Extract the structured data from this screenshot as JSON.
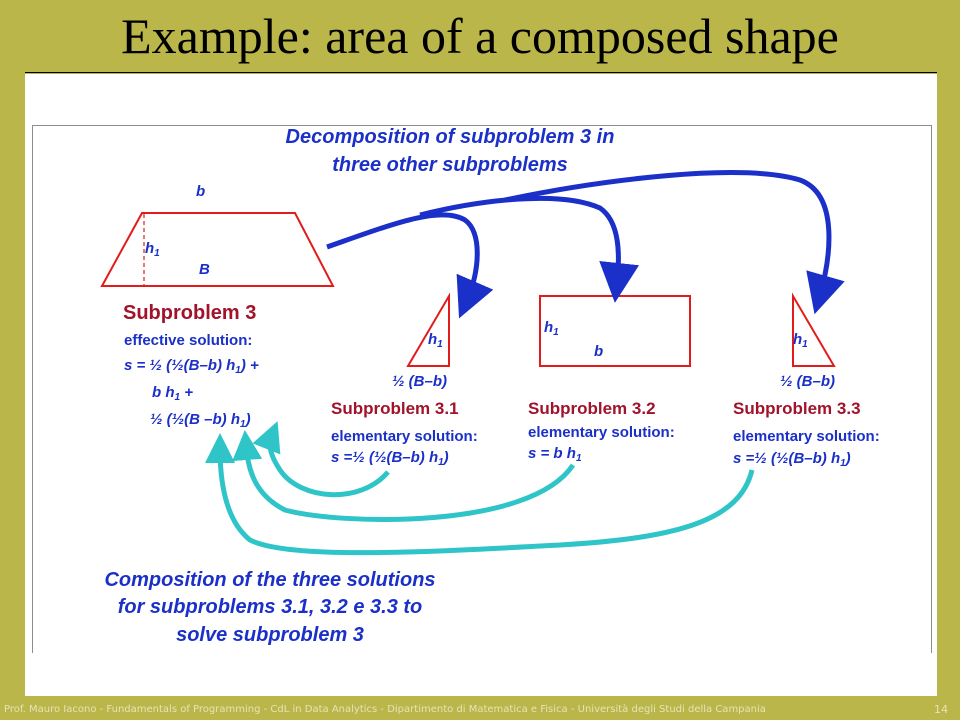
{
  "title": "Example: area of a composed shape",
  "top_caption": [
    "Decomposition of subproblem 3 in",
    "three other subproblems"
  ],
  "bottom_caption": [
    "Composition of the three solutions",
    "for subproblems 3.1, 3.2 e 3.3 to",
    "solve subproblem 3"
  ],
  "trapezoid": {
    "top_label": "b",
    "height_label": "h",
    "height_sub": "1",
    "base_label": "B"
  },
  "main": {
    "title": "Subproblem 3",
    "label": "effective solution:",
    "line1": "s = ½ (½(B–b) h",
    "line1_tail": ") +",
    "line2": "b h",
    "line2_tail": " +",
    "line3": "½ (½(B –b) h",
    "line3_tail": ")",
    "sub": "1"
  },
  "sp31": {
    "h": "h",
    "hsub": "1",
    "base": "½ (B–b)",
    "title": "Subproblem 3.1",
    "label": "elementary solution:",
    "formula": "s =½ (½(B–b) h",
    "tail": ")"
  },
  "sp32": {
    "h": "h",
    "hsub": "1",
    "b": "b",
    "title": "Subproblem 3.2",
    "label": "elementary solution:",
    "formula": "s = b h",
    "tail": ""
  },
  "sp33": {
    "h": "h",
    "hsub": "1",
    "base": "½ (B–b)",
    "title": "Subproblem 3.3",
    "label": "elementary solution:",
    "formula": "s =½ (½(B–b) h",
    "tail": ")"
  },
  "colors": {
    "shape": "#e41b1b",
    "blue_arrow": "#1b2fc9",
    "teal_arrow": "#2fc4c8",
    "subtitle": "#a0132b",
    "text": "#1b2fc9",
    "frame": "#bab64a"
  },
  "footer": "Prof. Mauro Iacono - Fundamentals of Programming - CdL in Data Analytics - Dipartimento di Matematica e Fisica - Università degli Studi della Campania",
  "page_number": "14"
}
